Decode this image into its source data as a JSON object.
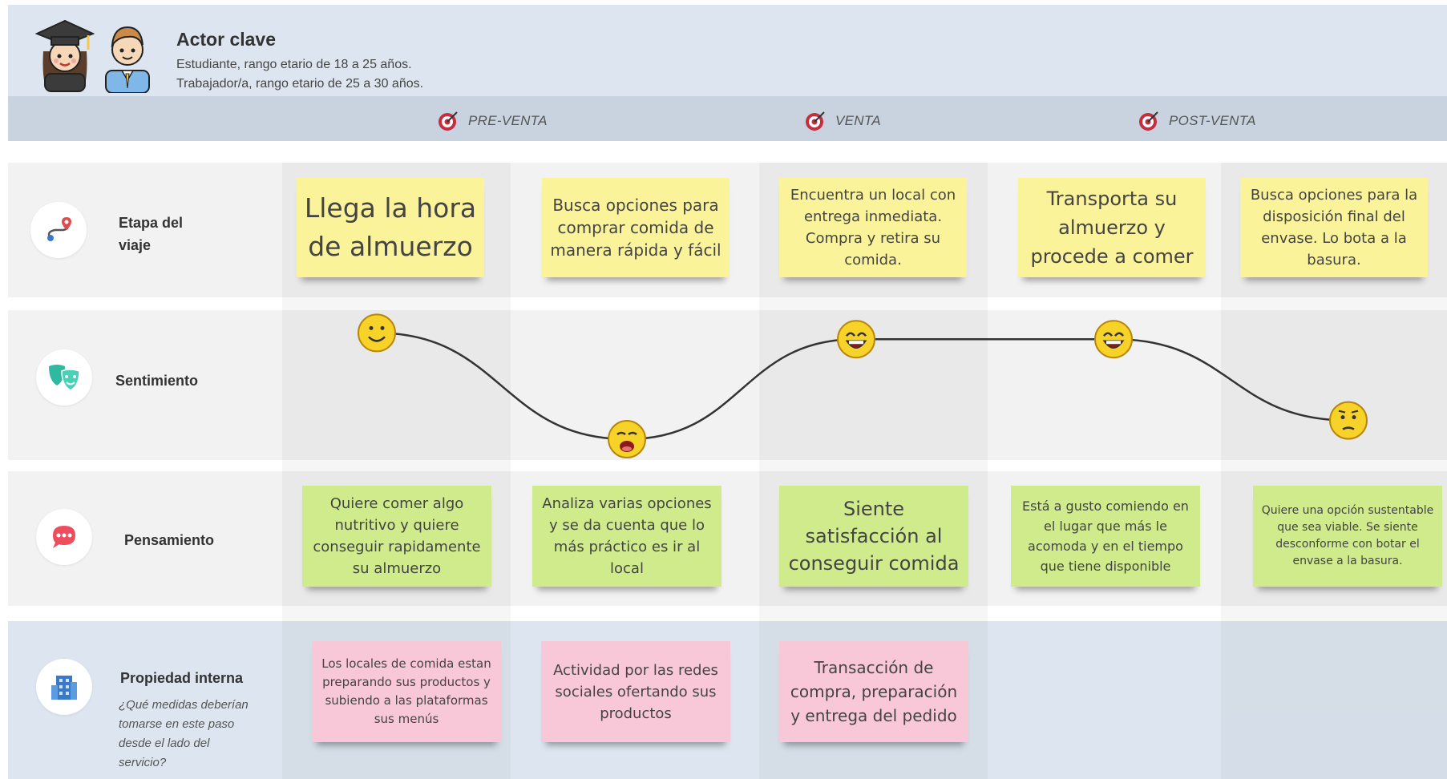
{
  "actor": {
    "title": "Actor clave",
    "line1": "Estudiante, rango etario de 18 a 25 años.",
    "line2": "Trabajador/a, rango etario de 25 a 30 años."
  },
  "phases": {
    "pre": "PRE-VENTA",
    "venta": "VENTA",
    "post": "POST-VENTA"
  },
  "rows": {
    "etapa": "Etapa del viaje",
    "sentimiento": "Sentimiento",
    "pensamiento": "Pensamiento",
    "propiedad": "Propiedad interna",
    "propiedad_sub": "¿Qué medidas deberían tomarse en este paso desde el lado del servicio?"
  },
  "etapa_notes": [
    "Llega la hora de almuerzo",
    "Busca opciones para comprar comida de manera rápida y fácil",
    "Encuentra un local con entrega inmediata. Compra y retira su comida.",
    "Transporta su almuerzo y procede a comer",
    "Busca opciones para la disposición final del envase. Lo bota a la basura."
  ],
  "pensamiento_notes": [
    "Quiere comer algo nutritivo y quiere conseguir rapidamente su almuerzo",
    "Analiza varias opciones y se da cuenta que lo más práctico es ir al local",
    "Siente satisfacción al conseguir comida",
    "Está a gusto comiendo en el lugar que más le acomoda y en el tiempo que tiene disponible",
    "Quiere una opción sustentable que sea viable. Se siente desconforme con botar el envase a la basura."
  ],
  "propiedad_notes": [
    "Los locales de comida estan preparando sus productos y subiendo a las plataformas sus menús",
    "Actividad por las redes sociales ofertando sus productos",
    "Transacción de compra, preparación y entrega del pedido"
  ],
  "sentiment": [
    {
      "emotion": "smiling",
      "level": 0.85
    },
    {
      "emotion": "crying",
      "level": 0.0
    },
    {
      "emotion": "laughing",
      "level": 0.8
    },
    {
      "emotion": "laughing",
      "level": 0.8
    },
    {
      "emotion": "worried",
      "level": 0.15
    }
  ],
  "colors": {
    "header_bg": "#dde6f0",
    "phase_bg": "#c9d3e0",
    "sticky_yellow": "#fbf39a",
    "sticky_green": "#cfeb8c",
    "sticky_pink": "#f8c7d8",
    "emoji": "#f7d32a",
    "target": "#c62d3f"
  }
}
